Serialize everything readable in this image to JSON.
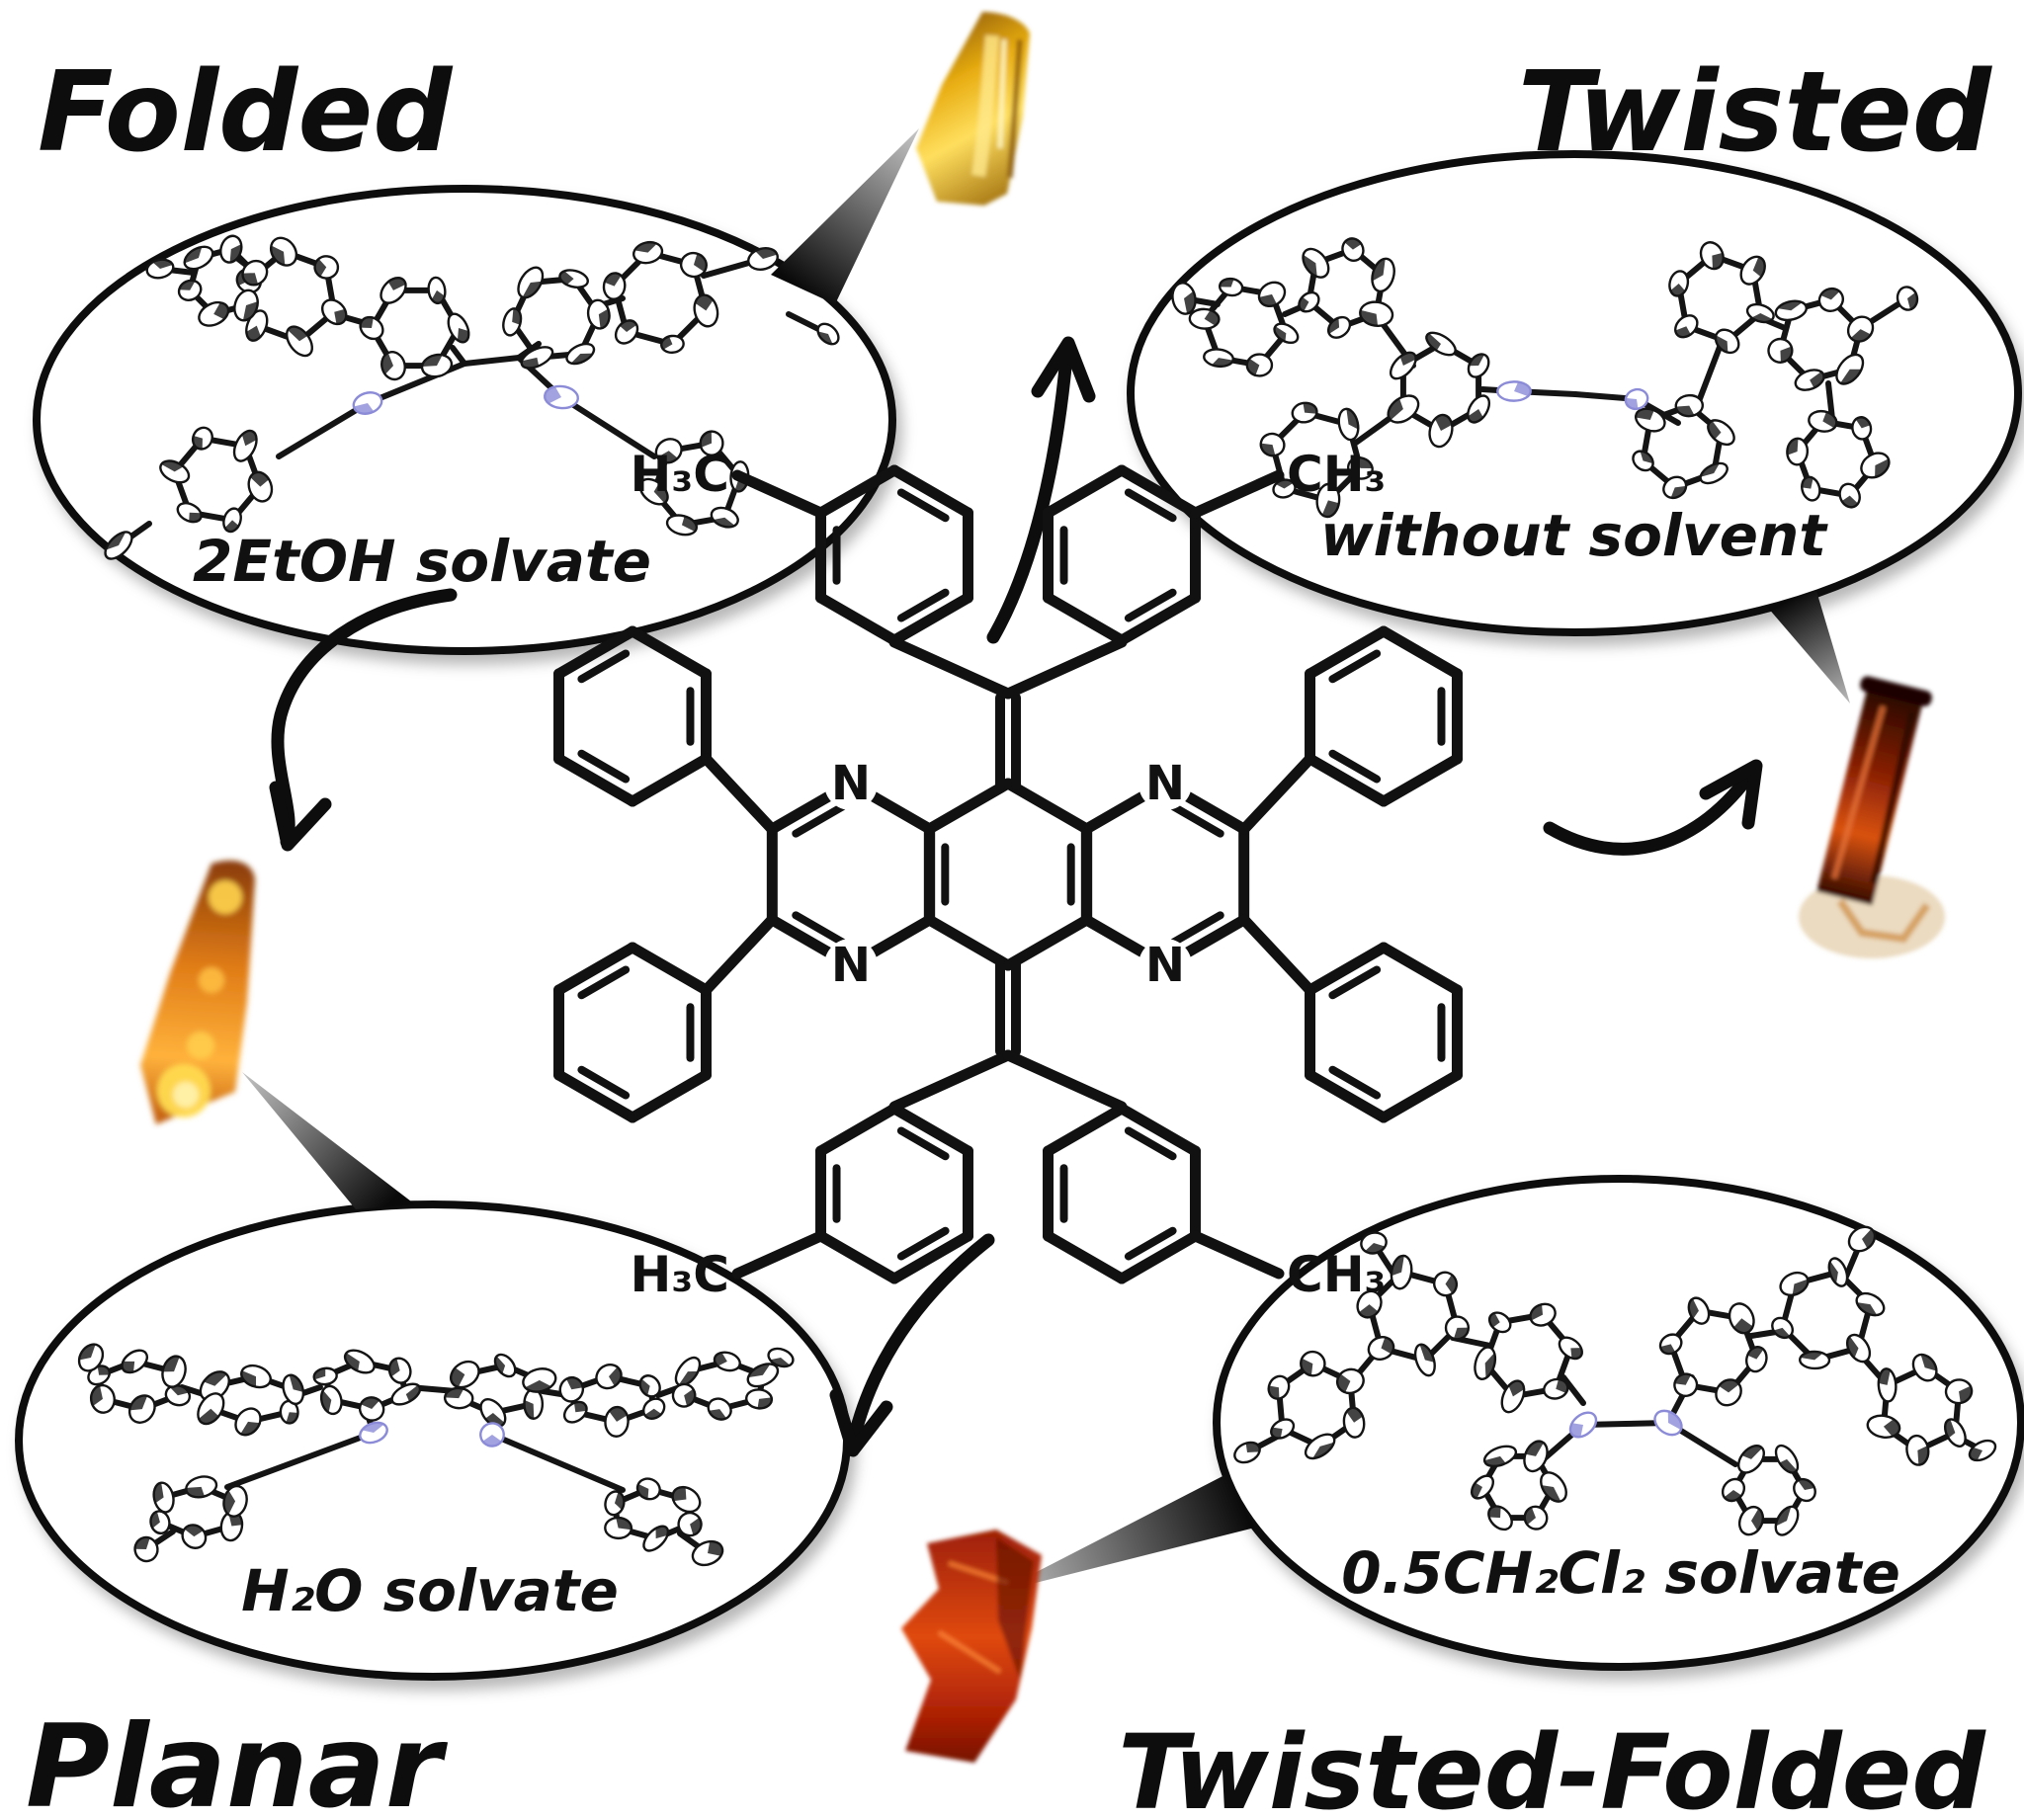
{
  "figure": {
    "type": "graphical-abstract",
    "panels": {
      "top_left": {
        "state": "Folded",
        "caption": "2EtOH solvate"
      },
      "top_right": {
        "state": "Twisted",
        "caption": "without solvent"
      },
      "bottom_left": {
        "state": "Planar",
        "caption": "H₂O solvate"
      },
      "bottom_right": {
        "state": "Twisted-Folded",
        "caption": "0.5CH₂Cl₂ solvate"
      }
    },
    "structure": {
      "n_label": "N",
      "methyl_top_left": "H₃C",
      "methyl_top_right": "CH₃",
      "methyl_bottom_left": "H₃C",
      "methyl_bottom_right": "CH₃"
    },
    "colors": {
      "ink": "#111111",
      "nitrogen_blue": "#8b8bd8",
      "crystal_gold": "#e8ad12",
      "crystal_dark_red": "#8a2005",
      "crystal_orange": "#e07c16",
      "crystal_red": "#d9490f"
    }
  }
}
